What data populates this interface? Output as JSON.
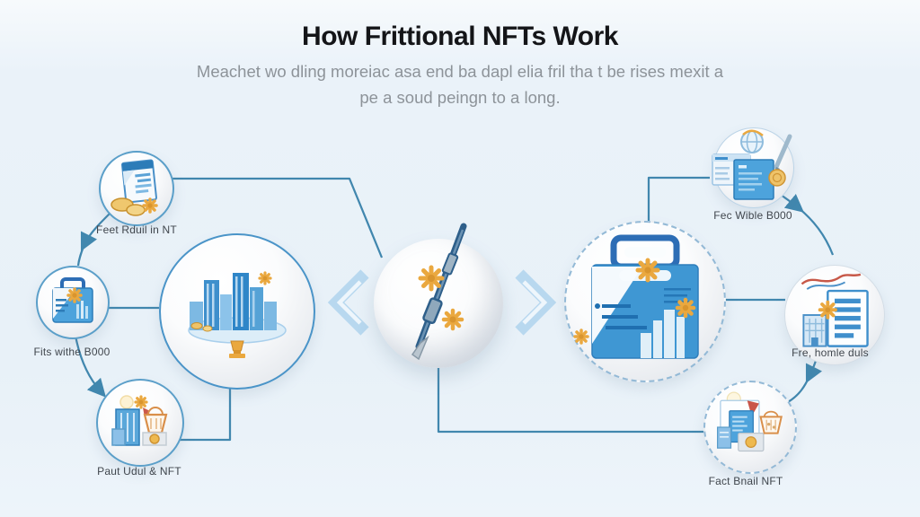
{
  "header": {
    "title": "How Frittional NFTs Work",
    "subtitle_line1": "Meachet wo dling moreiac asa end ba dapl elia fril tha t be rises mexit a",
    "subtitle_line2": "pe a soud peingn to a long."
  },
  "nodes": {
    "top_left": {
      "label": "Feet Rduil in NT",
      "icon": "document-coins-icon"
    },
    "mid_left": {
      "label": "Fits withe B000",
      "icon": "package-box-icon"
    },
    "bottom_left": {
      "label": "Paut Udul & NFT",
      "icon": "building-basket-icon"
    },
    "big_left": {
      "icon": "city-skyline-icon"
    },
    "center": {
      "icon": "fractionalize-tool-icon"
    },
    "big_right": {
      "icon": "briefcase-document-icon"
    },
    "top_right": {
      "label": "Fec Wible B000",
      "icon": "browser-globe-icon"
    },
    "mid_right": {
      "label": "Fre, homle duls",
      "icon": "report-building-icon"
    },
    "bottom_right": {
      "label": "Fact Bnail NFT",
      "icon": "shop-basket-icon"
    }
  },
  "colors": {
    "background": "#ecf3f9",
    "connector": "#4187ae",
    "node_border": "#5b9fc9",
    "dashed_border": "#93b9d6",
    "chevron": "#b8d8ef",
    "accent_blue": "#3f97d3",
    "gold": "#eaa83f",
    "title_text": "#141518",
    "subtitle_text": "#8d9399",
    "label_text": "#40464d"
  }
}
